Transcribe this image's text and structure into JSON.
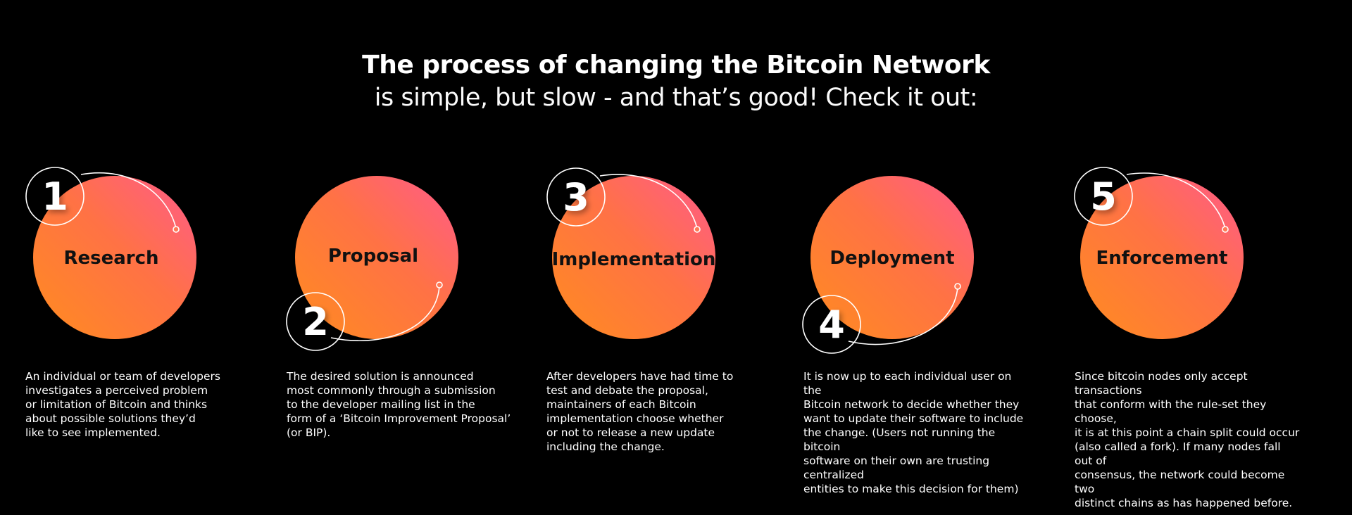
{
  "header": {
    "title": "The process of changing the Bitcoin Network",
    "subtitle": "is simple, but slow - and that’s good! Check it out:"
  },
  "steps": [
    {
      "number": "1",
      "label": "Research",
      "description": "An individual or team of developers\ninvestigates a perceived problem\nor limitation of Bitcoin and thinks\nabout possible solutions they’d\nlike to see implemented."
    },
    {
      "number": "2",
      "label": "Proposal",
      "description": "The desired solution is announced\nmost commonly through a submission\nto the developer mailing list in the\nform of a ‘Bitcoin Improvement Proposal’\n(or BIP)."
    },
    {
      "number": "3",
      "label": "Implementation",
      "description": "After developers have had time to\ntest and debate the proposal,\nmaintainers of each Bitcoin\nimplementation choose whether\nor not to release a new update\nincluding the change."
    },
    {
      "number": "4",
      "label": "Deployment",
      "description": "It is now up to each individual user on the\nBitcoin network to decide whether they\nwant to update their software to include\nthe change. (Users not running the bitcoin\nsoftware on their own are trusting centralized\nentities to make this decision for them)"
    },
    {
      "number": "5",
      "label": "Enforcement",
      "description": " Since bitcoin nodes only accept transactions\nthat conform with the rule-set they choose,\nit is at this point a chain split could occur\n(also called a fork). If many nodes fall out of\nconsensus, the network could become two\ndistinct chains as has happened before."
    }
  ],
  "colors": {
    "background": "#000000",
    "gradient_start": "#ff8a2b",
    "gradient_end": "#ff5c8a",
    "text": "#ffffff",
    "label_text": "#111111"
  }
}
